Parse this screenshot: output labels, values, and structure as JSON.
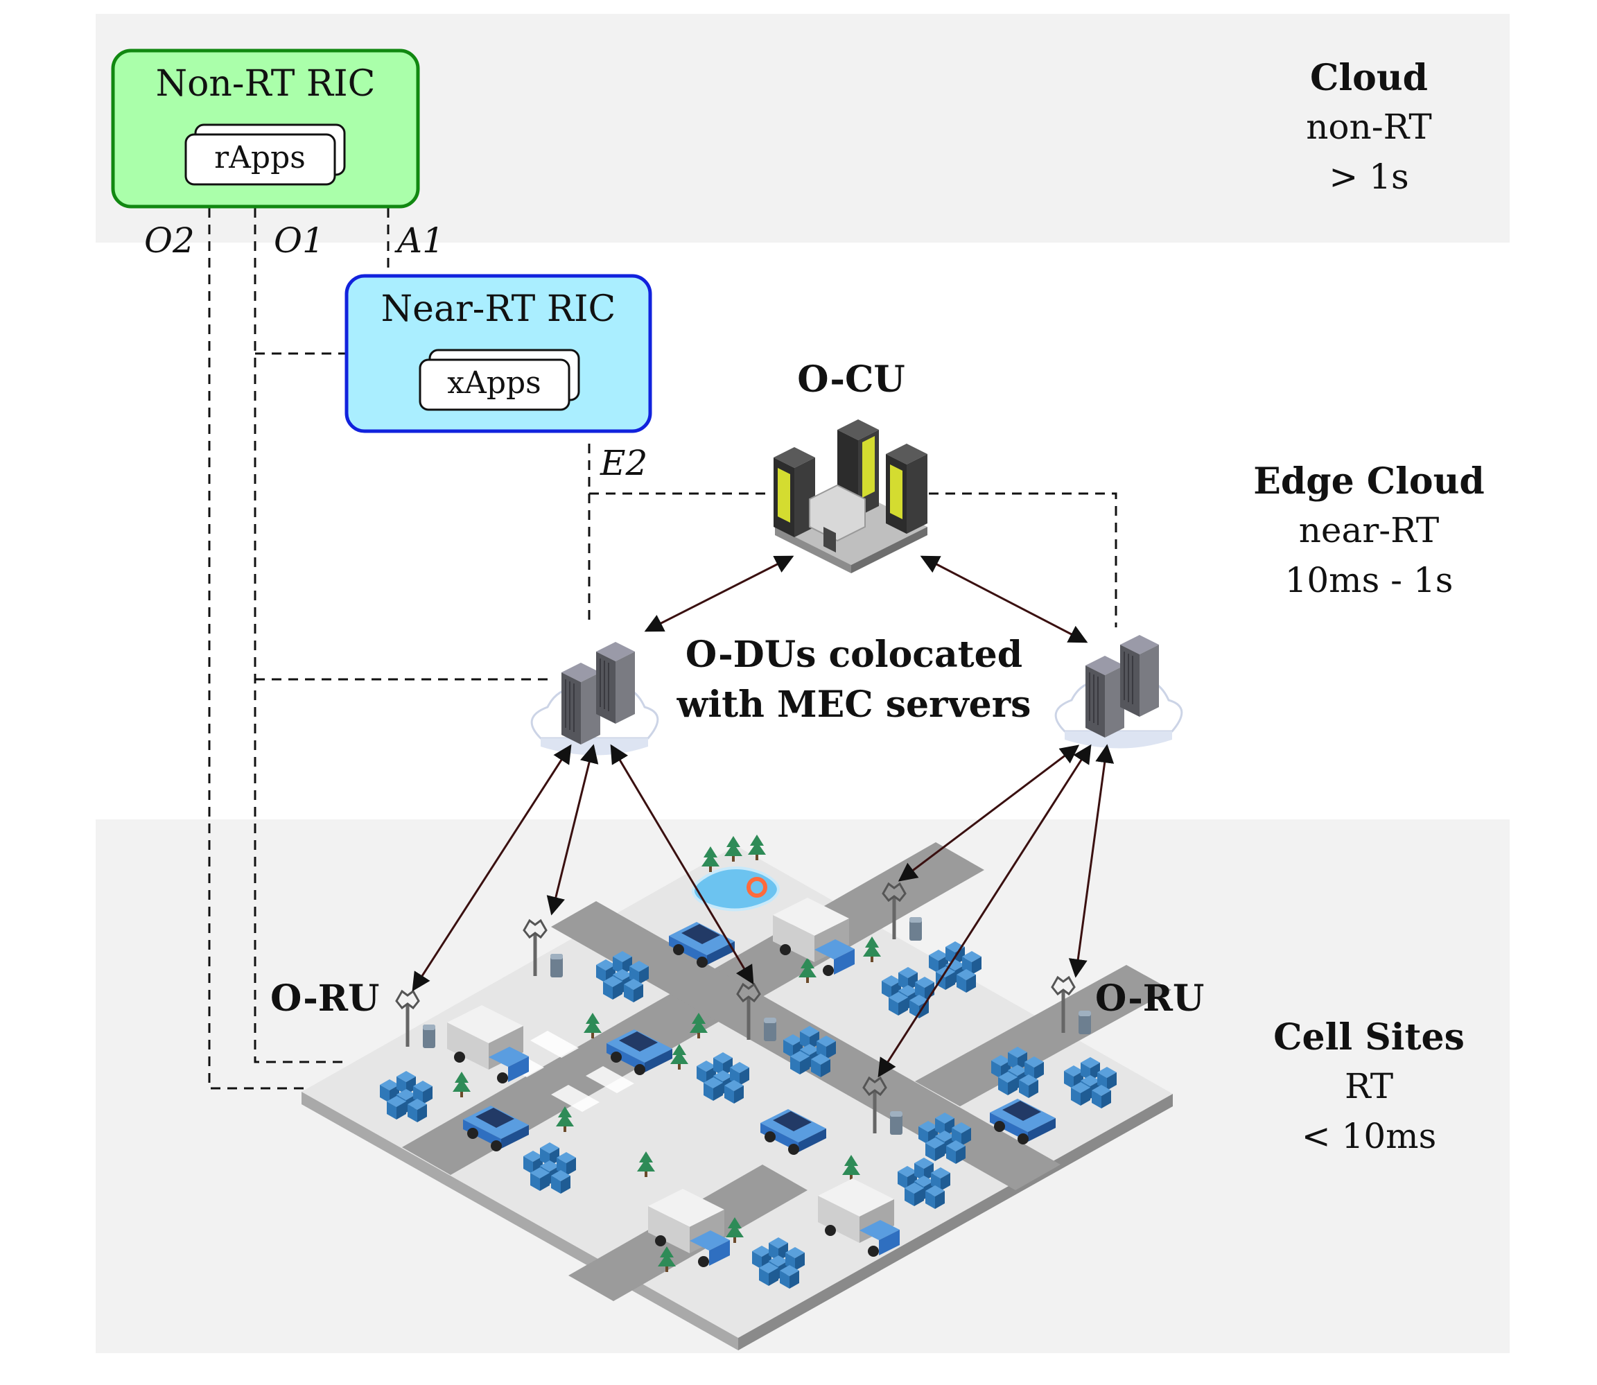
{
  "tiers": {
    "cloud": {
      "title": "Cloud",
      "rt_class": "non-RT",
      "latency": "> 1s"
    },
    "edge": {
      "title": "Edge Cloud",
      "rt_class": "near-RT",
      "latency": "10ms - 1s"
    },
    "cell": {
      "title": "Cell Sites",
      "rt_class": "RT",
      "latency": "< 10ms"
    }
  },
  "non_rt_ric": {
    "title": "Non-RT RIC",
    "apps": "rApps",
    "fill": "#aaffaa",
    "stroke": "#118811"
  },
  "near_rt_ric": {
    "title": "Near-RT RIC",
    "apps": "xApps",
    "fill": "#aaeeff",
    "stroke": "#1122dd"
  },
  "interfaces": {
    "o2": "O2",
    "o1": "O1",
    "a1": "A1",
    "e2": "E2"
  },
  "o_cu": {
    "label": "O-CU"
  },
  "o_du": {
    "label_line1": "O-DUs colocated",
    "label_line2": "with MEC servers"
  },
  "o_ru": {
    "left": "O-RU",
    "right": "O-RU"
  },
  "colors": {
    "band": "#f2f2f2",
    "arrow": "#3a1010",
    "vehicle": "#3a7fd0",
    "building": "#2f78b8",
    "tree": "#2e8b57"
  }
}
